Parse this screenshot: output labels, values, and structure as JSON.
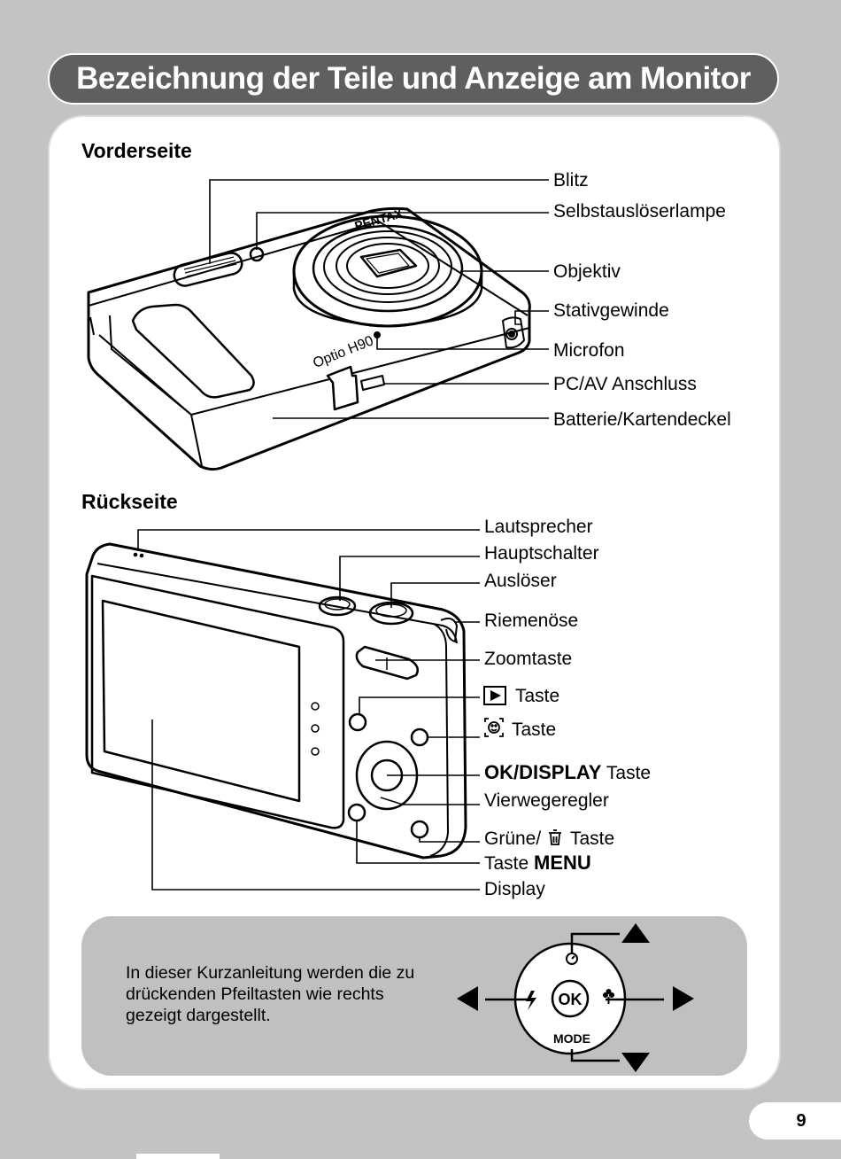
{
  "title": "Bezeichnung der Teile und Anzeige am Monitor",
  "front": {
    "heading": "Vorderseite",
    "model": "Optio H90",
    "labels": [
      "Blitz",
      "Selbstauslöserlampe",
      "Objektiv",
      "Stativgewinde",
      "Microfon",
      "PC/AV Anschluss",
      "Batterie/Kartendeckel"
    ]
  },
  "back": {
    "heading": "Rückseite",
    "labels": {
      "speaker": "Lautsprecher",
      "power": "Hauptschalter",
      "shutter": "Auslöser",
      "strap": "Riemenöse",
      "zoom": "Zoomtaste",
      "play_suffix": "Taste",
      "face_suffix": "Taste",
      "ok_bold": "OK/DISPLAY",
      "ok_suffix": "Taste",
      "fourway": "Vierwegeregler",
      "green_prefix": "Grüne/",
      "green_suffix": "Taste",
      "menu_prefix": "Taste",
      "menu_bold": "MENU",
      "display": "Display"
    }
  },
  "tip": {
    "text": "In dieser Kurzanleitung werden die zu drückenden Pfeiltasten wie rechts gezeigt dargestellt.",
    "ok": "OK",
    "mode": "MODE"
  },
  "page_number": "9"
}
